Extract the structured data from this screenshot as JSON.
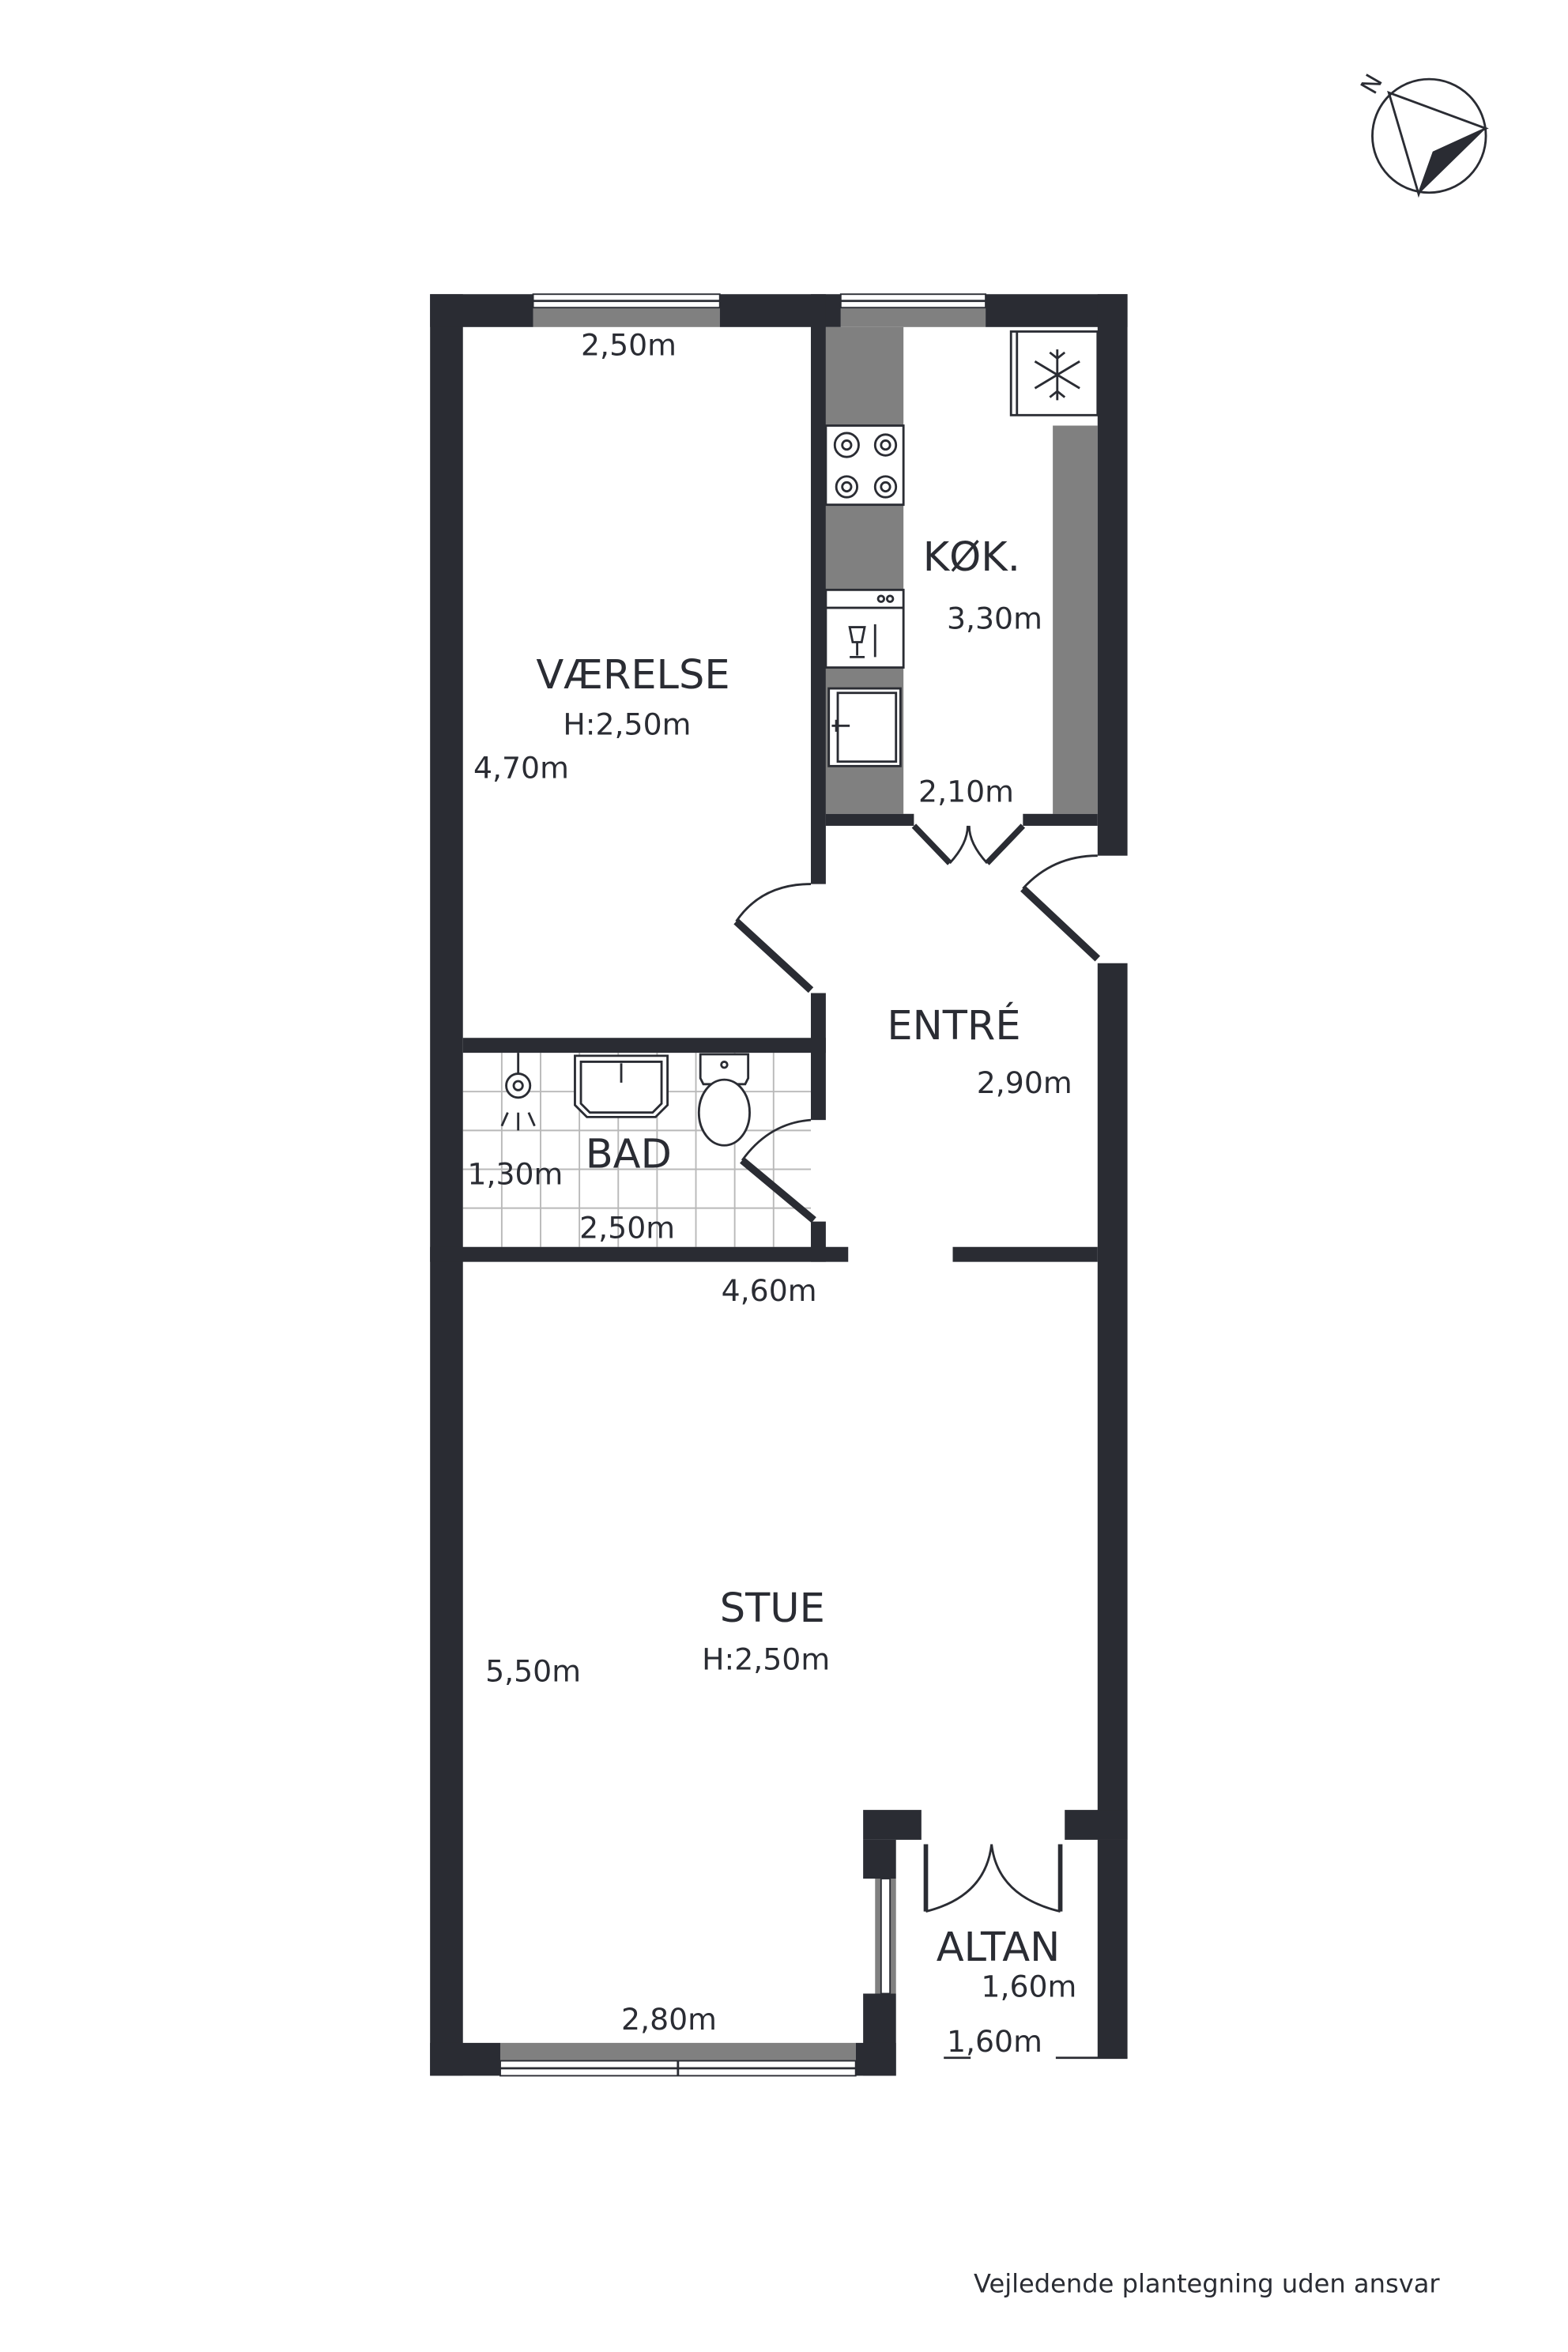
{
  "compass": {
    "label": "N"
  },
  "rooms": {
    "vaerelse": {
      "name": "VÆRELSE",
      "height": "H:2,50m",
      "width": "2,50m",
      "length": "4,70m"
    },
    "kok": {
      "name": "KØK.",
      "length": "3,30m",
      "width": "2,10m"
    },
    "entre": {
      "name": "ENTRÉ",
      "length": "2,90m"
    },
    "bad": {
      "name": "BAD",
      "length": "1,30m",
      "width": "2,50m"
    },
    "stue": {
      "name": "STUE",
      "height": "H:2,50m",
      "width_top": "4,60m",
      "length": "5,50m",
      "width_bottom": "2,80m"
    },
    "altan": {
      "name": "ALTAN",
      "length": "1,60m",
      "width": "1,60m"
    }
  },
  "footer": "Vejledende plantegning uden ansvar",
  "colors": {
    "wall": "#2a2c33",
    "counter": "#808080"
  }
}
